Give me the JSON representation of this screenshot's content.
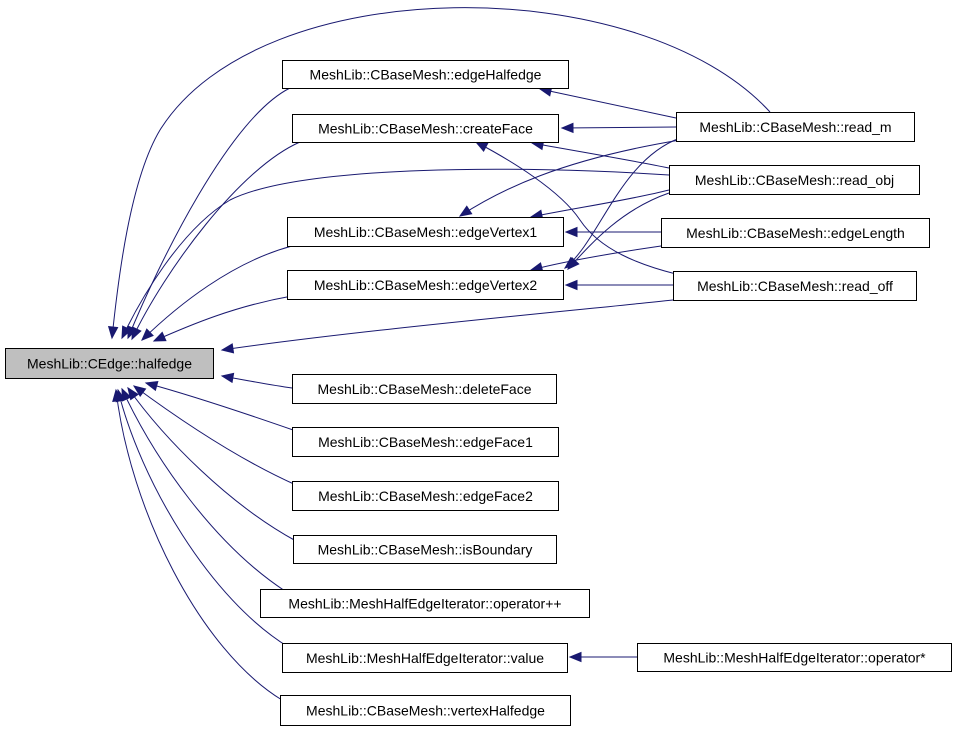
{
  "graph": {
    "edge_color": "#191970",
    "root_fill": "#bfbfbf",
    "nodes": [
      {
        "id": "root",
        "label": "MeshLib::CEdge::halfedge",
        "root": true
      },
      {
        "id": "edgeHalfedge",
        "label": "MeshLib::CBaseMesh::edgeHalfedge"
      },
      {
        "id": "createFace",
        "label": "MeshLib::CBaseMesh::createFace"
      },
      {
        "id": "edgeVertex1",
        "label": "MeshLib::CBaseMesh::edgeVertex1"
      },
      {
        "id": "edgeVertex2",
        "label": "MeshLib::CBaseMesh::edgeVertex2"
      },
      {
        "id": "deleteFace",
        "label": "MeshLib::CBaseMesh::deleteFace"
      },
      {
        "id": "edgeFace1",
        "label": "MeshLib::CBaseMesh::edgeFace1"
      },
      {
        "id": "edgeFace2",
        "label": "MeshLib::CBaseMesh::edgeFace2"
      },
      {
        "id": "isBoundary",
        "label": "MeshLib::CBaseMesh::isBoundary"
      },
      {
        "id": "opPlusPlus",
        "label": "MeshLib::MeshHalfEdgeIterator::operator++"
      },
      {
        "id": "value",
        "label": "MeshLib::MeshHalfEdgeIterator::value"
      },
      {
        "id": "vertexHalfedge",
        "label": "MeshLib::CBaseMesh::vertexHalfedge"
      },
      {
        "id": "read_m",
        "label": "MeshLib::CBaseMesh::read_m"
      },
      {
        "id": "read_obj",
        "label": "MeshLib::CBaseMesh::read_obj"
      },
      {
        "id": "edgeLength",
        "label": "MeshLib::CBaseMesh::edgeLength"
      },
      {
        "id": "read_off",
        "label": "MeshLib::CBaseMesh::read_off"
      },
      {
        "id": "opStar",
        "label": "MeshLib::MeshHalfEdgeIterator::operator*"
      }
    ],
    "edges": [
      {
        "from": "edgeHalfedge",
        "to": "root"
      },
      {
        "from": "createFace",
        "to": "root"
      },
      {
        "from": "edgeVertex1",
        "to": "root"
      },
      {
        "from": "edgeVertex2",
        "to": "root"
      },
      {
        "from": "deleteFace",
        "to": "root"
      },
      {
        "from": "edgeFace1",
        "to": "root"
      },
      {
        "from": "edgeFace2",
        "to": "root"
      },
      {
        "from": "isBoundary",
        "to": "root"
      },
      {
        "from": "opPlusPlus",
        "to": "root"
      },
      {
        "from": "value",
        "to": "root"
      },
      {
        "from": "vertexHalfedge",
        "to": "root"
      },
      {
        "from": "read_m",
        "to": "root"
      },
      {
        "from": "read_obj",
        "to": "root"
      },
      {
        "from": "read_off",
        "to": "root"
      },
      {
        "from": "read_m",
        "to": "edgeHalfedge"
      },
      {
        "from": "read_m",
        "to": "createFace"
      },
      {
        "from": "read_obj",
        "to": "createFace"
      },
      {
        "from": "read_off",
        "to": "createFace"
      },
      {
        "from": "read_m",
        "to": "edgeVertex1"
      },
      {
        "from": "read_obj",
        "to": "edgeVertex1"
      },
      {
        "from": "edgeLength",
        "to": "edgeVertex1"
      },
      {
        "from": "read_m",
        "to": "edgeVertex2"
      },
      {
        "from": "read_obj",
        "to": "edgeVertex2"
      },
      {
        "from": "edgeLength",
        "to": "edgeVertex2"
      },
      {
        "from": "read_off",
        "to": "edgeVertex2"
      },
      {
        "from": "opStar",
        "to": "value"
      }
    ]
  }
}
